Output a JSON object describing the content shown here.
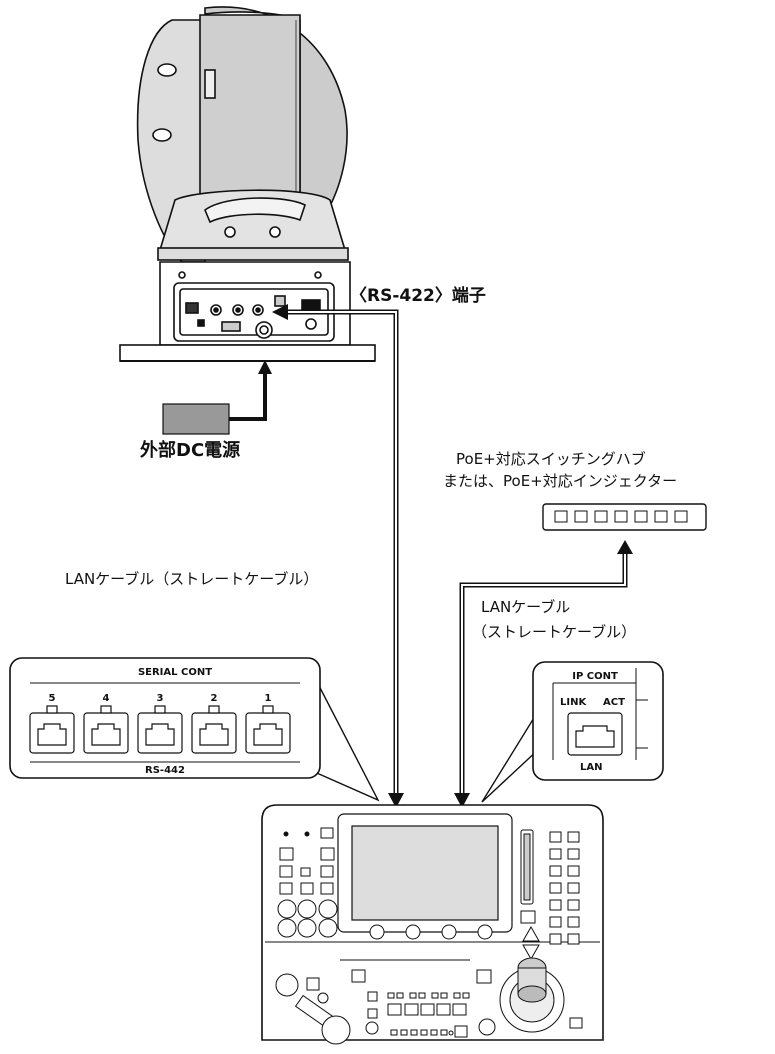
{
  "labels": {
    "rs422_terminal": "〈RS-422〉端子",
    "external_dc": "外部DC電源",
    "hub_line1": "PoE+対応スイッチングハブ",
    "hub_line2": "または、PoE+対応インジェクター",
    "lan_cable_long": "LANケーブル（ストレートケーブル）",
    "lan_cable_short_line1": "LANケーブル",
    "lan_cable_short_line2": "（ストレートケーブル）"
  },
  "serial_panel": {
    "title": "SERIAL CONT",
    "ports": [
      "5",
      "4",
      "3",
      "2",
      "1"
    ],
    "footer": "RS-442"
  },
  "ip_panel": {
    "title": "IP CONT",
    "link": "LINK",
    "act": "ACT",
    "footer": "LAN"
  },
  "icons": {
    "camera": "ptz-camera-icon",
    "power": "dc-power-supply-icon",
    "hub": "poe-switching-hub-icon",
    "controller": "remote-camera-controller-icon"
  }
}
